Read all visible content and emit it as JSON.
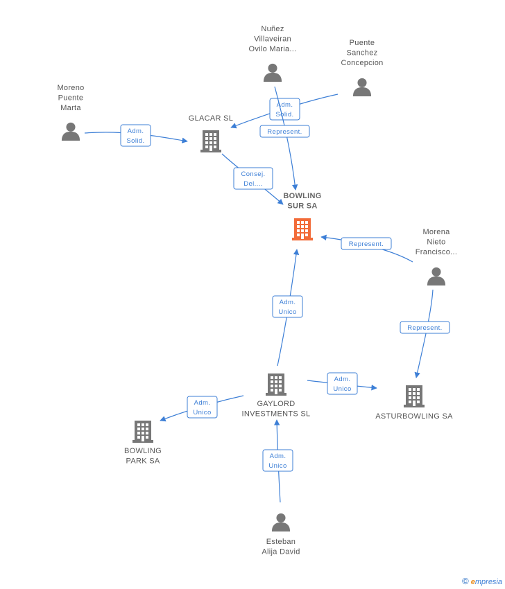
{
  "colors": {
    "edge": "#3d7fd6",
    "entity": "#777777",
    "main_entity": "#f26b38",
    "person": "#777777"
  },
  "nodes": [
    {
      "id": "bowling-sur",
      "type": "company",
      "main": true,
      "label": [
        "BOWLING",
        "SUR SA"
      ]
    },
    {
      "id": "glacar",
      "type": "company",
      "label": [
        "GLACAR SL"
      ]
    },
    {
      "id": "gaylord",
      "type": "company",
      "label": [
        "GAYLORD",
        "INVESTMENTS SL"
      ]
    },
    {
      "id": "asturbowling",
      "type": "company",
      "label": [
        "ASTURBOWLING SA"
      ]
    },
    {
      "id": "bowling-park",
      "type": "company",
      "label": [
        "BOWLING",
        "PARK SA"
      ]
    },
    {
      "id": "nunez",
      "type": "person",
      "label": [
        "Nuñez",
        "Villaveiran",
        "Ovilo Maria..."
      ]
    },
    {
      "id": "puente-sanchez",
      "type": "person",
      "label": [
        "Puente",
        "Sanchez",
        "Concepcion"
      ]
    },
    {
      "id": "moreno",
      "type": "person",
      "label": [
        "Moreno",
        "Puente",
        "Marta"
      ]
    },
    {
      "id": "morena",
      "type": "person",
      "label": [
        "Morena",
        "Nieto",
        "Francisco..."
      ]
    },
    {
      "id": "esteban",
      "type": "person",
      "label": [
        "Esteban",
        "Alija David"
      ]
    }
  ],
  "edges": [
    {
      "id": "e1",
      "from": "puente-sanchez",
      "to": "glacar",
      "label": [
        "Adm.",
        "Solid."
      ]
    },
    {
      "id": "e2",
      "from": "nunez",
      "to": "bowling-sur",
      "label": [
        "Represent."
      ]
    },
    {
      "id": "e3",
      "from": "moreno",
      "to": "glacar",
      "label": [
        "Adm.",
        "Solid."
      ]
    },
    {
      "id": "e4",
      "from": "glacar",
      "to": "bowling-sur",
      "label": [
        "Consej.",
        "Del...."
      ]
    },
    {
      "id": "e5",
      "from": "morena",
      "to": "bowling-sur",
      "label": [
        "Represent."
      ]
    },
    {
      "id": "e6",
      "from": "morena",
      "to": "asturbowling",
      "label": [
        "Represent."
      ]
    },
    {
      "id": "e7",
      "from": "gaylord",
      "to": "bowling-sur",
      "label": [
        "Adm.",
        "Unico"
      ]
    },
    {
      "id": "e8",
      "from": "gaylord",
      "to": "asturbowling",
      "label": [
        "Adm.",
        "Unico"
      ]
    },
    {
      "id": "e9",
      "from": "gaylord",
      "to": "bowling-park",
      "label": [
        "Adm.",
        "Unico"
      ]
    },
    {
      "id": "e10",
      "from": "esteban",
      "to": "gaylord",
      "label": [
        "Adm.",
        "Unico"
      ]
    }
  ],
  "footer": {
    "copyright": "©",
    "brand_initial": "e",
    "brand_rest": "mpresia"
  }
}
